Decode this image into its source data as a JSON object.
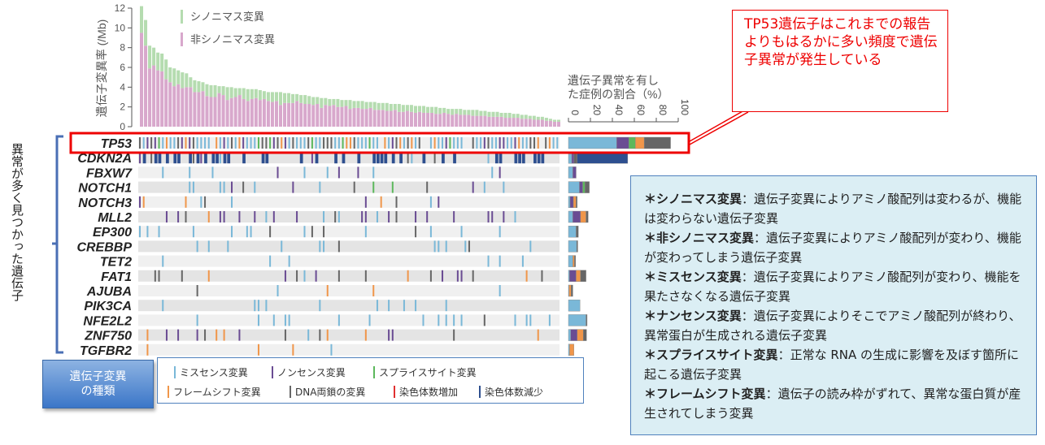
{
  "callout": {
    "text": "TP53遺伝子はこれまでの報告よりもはるかに多い頻度で遺伝子異常が発生している"
  },
  "side_label": "異常が多く見つかった遺伝子",
  "legend_badge": "遺伝子変異の種類",
  "mutation_types": [
    {
      "key": "missense",
      "label": "ミスセンス変異",
      "color": "#7ab8d8"
    },
    {
      "key": "nonsense",
      "label": "ノンセンス変異",
      "color": "#6a4c93"
    },
    {
      "key": "splice",
      "label": "スプライスサイト変異",
      "color": "#5cb85c"
    },
    {
      "key": "frameshift",
      "label": "フレームシフト変異",
      "color": "#f0964a"
    },
    {
      "key": "dna",
      "label": "DNA両鎖の変異",
      "color": "#666666"
    },
    {
      "key": "gain",
      "label": "染色体数増加",
      "color": "#e03030"
    },
    {
      "key": "loss",
      "label": "染色体数減少",
      "color": "#2e4f8f"
    }
  ],
  "notes": [
    {
      "term": "＊シノニマス変異",
      "desc": "：遺伝子変異によりアミノ酸配列は変わるが、機能は変わらない遺伝子変異"
    },
    {
      "term": "＊非シノニマス変異",
      "desc": "：遺伝子変異によりアミノ酸配列が変わり、機能が変わってしまう遺伝子変異"
    },
    {
      "term": "＊ミスセンス変異",
      "desc": "：遺伝子変異によりアミノ酸配列が変わり、機能を果たさなくなる遺伝子変異"
    },
    {
      "term": "＊ナンセンス変異",
      "desc": "：遺伝子変異によりそこでアミノ酸配列が終わり、異常蛋白が生成される遺伝子変異"
    },
    {
      "term": "＊スプライスサイト変異",
      "desc": "：正常な RNA の生成に影響を及ぼす箇所に起こる遺伝子変異"
    },
    {
      "term": "＊フレームシフト変異",
      "desc": "：遺伝子の読み枠がずれて、異常な蛋白質が産生されてしまう変異"
    }
  ],
  "chart_data": [
    {
      "type": "bar",
      "stacked": true,
      "ylabel": "遺伝子変異率 (/Mb)",
      "ylim": [
        0,
        12
      ],
      "yticks": [
        0,
        2,
        4,
        6,
        8,
        10,
        12
      ],
      "legend_placement": "top-left",
      "series": [
        {
          "name": "非シノニマス変異",
          "color": "#d8a8cc",
          "values": [
            9.5,
            8.2,
            5.9,
            6.2,
            5.7,
            5.6,
            4.8,
            4.5,
            4.1,
            4.3,
            3.9,
            4.0,
            4.0,
            3.5,
            3.5,
            3.6,
            3.1,
            3.0,
            3.0,
            3.4,
            3.2,
            2.7,
            2.9,
            3.0,
            3.2,
            2.8,
            2.6,
            2.8,
            2.9,
            2.7,
            2.8,
            2.6,
            2.5,
            2.6,
            2.2,
            2.4,
            2.4,
            2.4,
            2.6,
            2.4,
            2.3,
            2.3,
            2.2,
            2.3,
            1.9,
            2.2,
            2.1,
            2.2,
            2.0,
            2.0,
            2.1,
            1.8,
            1.9,
            1.9,
            1.8,
            1.8,
            1.9,
            1.7,
            1.7,
            1.7,
            1.6,
            1.6,
            1.7,
            1.5,
            1.5,
            1.6,
            1.5,
            1.4,
            1.5,
            1.4,
            1.4,
            1.4,
            1.3,
            1.3,
            1.4,
            1.3,
            1.2,
            1.3,
            1.2,
            1.2,
            1.2,
            1.1,
            1.1,
            1.1,
            1.1,
            1.0,
            1.0,
            1.0,
            1.0,
            0.9,
            0.9,
            0.9,
            0.9,
            0.8,
            0.8,
            0.8,
            0.7,
            0.7,
            0.7,
            0.6,
            0.6,
            0.5,
            0.5
          ]
        },
        {
          "name": "シノニマス変異",
          "color": "#b5dcb0",
          "values": [
            2.7,
            2.6,
            2.3,
            1.8,
            1.8,
            1.8,
            2.0,
            1.5,
            1.8,
            1.4,
            1.6,
            1.4,
            1.0,
            1.2,
            1.1,
            0.9,
            1.2,
            1.2,
            1.2,
            0.7,
            0.9,
            1.3,
            1.1,
            0.9,
            0.7,
            1.1,
            1.2,
            1.0,
            0.9,
            1.0,
            0.8,
            0.9,
            1.0,
            0.9,
            1.3,
            1.0,
            1.0,
            0.9,
            0.7,
            0.8,
            0.9,
            0.8,
            0.8,
            0.7,
            1.0,
            0.7,
            0.7,
            0.6,
            0.8,
            0.7,
            0.6,
            0.9,
            0.7,
            0.7,
            0.8,
            0.7,
            0.6,
            0.8,
            0.7,
            0.7,
            0.8,
            0.7,
            0.6,
            0.8,
            0.7,
            0.6,
            0.7,
            0.7,
            0.6,
            0.7,
            0.6,
            0.6,
            0.7,
            0.6,
            0.5,
            0.5,
            0.6,
            0.5,
            0.6,
            0.5,
            0.5,
            0.6,
            0.6,
            0.5,
            0.5,
            0.5,
            0.5,
            0.5,
            0.4,
            0.5,
            0.5,
            0.4,
            0.4,
            0.4,
            0.4,
            0.3,
            0.4,
            0.3,
            0.3,
            0.3,
            0.2,
            0.2,
            0.2
          ]
        }
      ]
    },
    {
      "type": "bar",
      "orientation": "horizontal",
      "stacked": true,
      "title": "遺伝子異常を有した症例の割合（%）",
      "xlim": [
        0,
        100
      ],
      "xticks": [
        0,
        20,
        40,
        60,
        80,
        100
      ],
      "categories": [
        "TP53",
        "CDKN2A",
        "FBXW7",
        "NOTCH1",
        "NOTCH3",
        "MLL2",
        "EP300",
        "CREBBP",
        "TET2",
        "FAT1",
        "AJUBA",
        "PIK3CA",
        "NFE2L2",
        "ZNF750",
        "TGFBR2"
      ],
      "highlight": "TP53",
      "series": [
        {
          "key": "missense",
          "values": [
            44,
            3,
            4,
            10,
            1.5,
            4,
            7,
            7.5,
            4,
            1,
            0.5,
            10.5,
            16,
            2,
            1
          ]
        },
        {
          "key": "nonsense",
          "values": [
            11,
            2,
            3,
            3,
            3,
            7,
            0,
            0,
            0,
            6,
            0,
            0,
            0,
            6,
            0
          ]
        },
        {
          "key": "splice",
          "values": [
            6,
            0,
            0,
            2,
            0,
            0,
            0,
            0,
            0,
            0,
            0,
            0,
            0,
            0,
            0
          ]
        },
        {
          "key": "frameshift",
          "values": [
            8,
            0,
            0,
            0,
            2.5,
            5,
            0,
            0,
            1.5,
            4,
            2,
            0,
            0,
            5.5,
            4
          ]
        },
        {
          "key": "dna",
          "values": [
            24,
            3,
            0,
            4,
            1,
            2,
            2,
            1,
            1,
            5,
            1.5,
            0,
            1,
            3,
            0
          ]
        },
        {
          "key": "gain",
          "values": [
            0,
            0,
            0,
            0,
            0,
            0,
            0,
            0,
            0,
            0,
            0,
            0,
            0,
            0,
            0
          ]
        },
        {
          "key": "loss",
          "values": [
            0,
            46,
            0,
            0,
            0,
            0,
            0,
            0,
            0,
            0,
            0,
            0,
            0,
            0,
            0
          ]
        }
      ]
    }
  ]
}
